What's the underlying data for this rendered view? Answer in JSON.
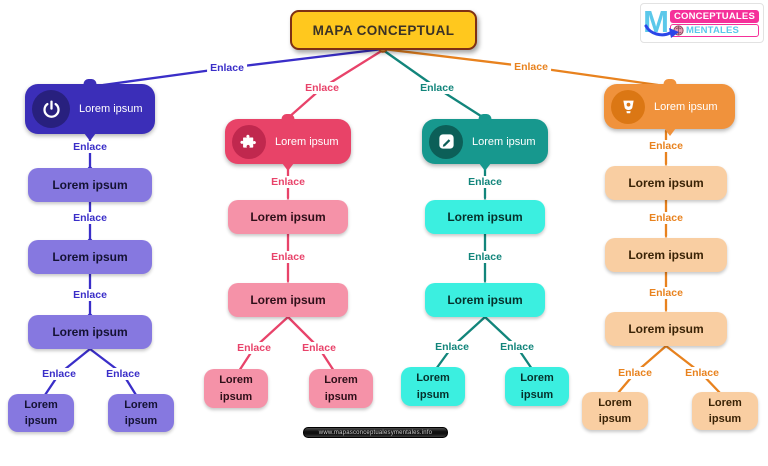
{
  "title": "MAPA CONCEPTUAL",
  "title_colors": {
    "fill": "#FFC81E",
    "border": "#7E3014",
    "text": "#3B3226"
  },
  "logo": {
    "m": "M",
    "line1": "CONCEPTUALES",
    "line2": "MENTALES",
    "brain_icon": "brain-icon",
    "colors": {
      "m": "#5BC8EA",
      "arrow": "#2B46E8",
      "pink": "#F5309A",
      "cyan": "#5BC8EA"
    }
  },
  "watermark": "www.mapasconceptualesymentales.info",
  "root_dot_color": "#F09040",
  "branches": [
    {
      "name": "purple",
      "icon": "power-icon",
      "colors": {
        "header": "#3B2EB8",
        "icon_bg": "#28207E",
        "node": "#8678E0",
        "line": "#3A2EC8",
        "label": "#3A2EC8"
      },
      "header_label": "Lorem ipsum",
      "links": [
        "Enlace",
        "Enlace",
        "Enlace",
        "Enlace",
        "Enlace",
        "Enlace"
      ],
      "nodes": [
        "Lorem ipsum",
        "Lorem ipsum",
        "Lorem ipsum"
      ],
      "leaves": [
        "Lorem ipsum",
        "Lorem ipsum"
      ]
    },
    {
      "name": "pink",
      "icon": "puzzle-icon",
      "colors": {
        "header": "#E84368",
        "icon_bg": "#C0284E",
        "node": "#F592A8",
        "line": "#E8436A",
        "label": "#E8436A"
      },
      "header_label": "Lorem ipsum",
      "links": [
        "Enlace",
        "Enlace",
        "Enlace",
        "Enlace",
        "Enlace"
      ],
      "nodes": [
        "Lorem ipsum",
        "Lorem ipsum"
      ],
      "leaves": [
        "Lorem ipsum",
        "Lorem ipsum"
      ]
    },
    {
      "name": "teal",
      "icon": "pencil-icon",
      "colors": {
        "header": "#17988E",
        "icon_bg": "#0C5F58",
        "node": "#3BEFE0",
        "line": "#12857B",
        "label": "#12857B"
      },
      "header_label": "Lorem ipsum",
      "links": [
        "Enlace",
        "Enlace",
        "Enlace",
        "Enlace",
        "Enlace"
      ],
      "nodes": [
        "Lorem ipsum",
        "Lorem ipsum"
      ],
      "leaves": [
        "Lorem ipsum",
        "Lorem ipsum"
      ]
    },
    {
      "name": "orange",
      "icon": "bucket-icon",
      "colors": {
        "header": "#F0923C",
        "icon_bg": "#DB7714",
        "node": "#F9CEA2",
        "line": "#E8821E",
        "label": "#E8821E"
      },
      "header_label": "Lorem ipsum",
      "links": [
        "Enlace",
        "Enlace",
        "Enlace",
        "Enlace",
        "Enlace",
        "Enlace"
      ],
      "nodes": [
        "Lorem ipsum",
        "Lorem ipsum",
        "Lorem ipsum"
      ],
      "leaves": [
        "Lorem ipsum",
        "Lorem ipsum"
      ]
    }
  ]
}
